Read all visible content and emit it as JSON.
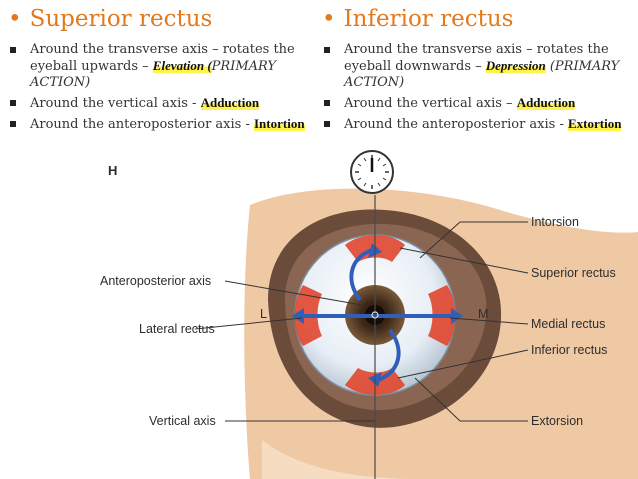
{
  "left": {
    "title": "Superior rectus",
    "bullets": [
      {
        "pre": "Around the transverse axis – rotates the eyeball upwards – ",
        "action": "Elevation (",
        "post": "PRIMARY ACTION)"
      },
      {
        "pre": "Around the vertical axis - ",
        "action": "Adduction",
        "post": ""
      },
      {
        "pre": "Around the anteroposterior axis - ",
        "action": "Intortion",
        "post": ""
      }
    ]
  },
  "right": {
    "title": "Inferior rectus",
    "bullets": [
      {
        "pre": "Around the transverse axis – rotates the eyeball downwards – ",
        "action": "Depression",
        "post": " (PRIMARY ACTION)"
      },
      {
        "pre": "Around the vertical axis – ",
        "action": "Adduction",
        "post": ""
      },
      {
        "pre": "Around the anteroposterior axis - ",
        "action": "Extortion",
        "post": ""
      }
    ]
  },
  "diagram": {
    "h_marker": "H",
    "l_marker": "L",
    "m_marker": "M",
    "labels": {
      "anteroposterior_axis": "Anteroposterior axis",
      "lateral_rectus": "Lateral rectus",
      "vertical_axis": "Vertical axis",
      "intorsion": "Intorsion",
      "superior_rectus": "Superior rectus",
      "medial_rectus": "Medial rectus",
      "inferior_rectus": "Inferior rectus",
      "extorsion": "Extorsion"
    },
    "colors": {
      "heading": "#e4791c",
      "muscle": "#e0462e",
      "arrow": "#2f5fb8",
      "skin": "#efc9a4",
      "socket": "#6b4b3a",
      "iris": "#6a4a30"
    }
  }
}
